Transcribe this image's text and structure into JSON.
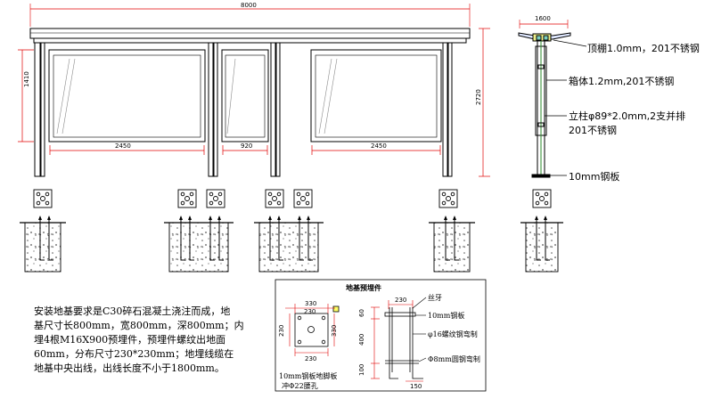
{
  "front": {
    "total_width": "8000",
    "left_height": "1410",
    "right_height": "2720",
    "panel_widths": [
      "2450",
      "920",
      "2450"
    ]
  },
  "side": {
    "width": "1600",
    "callouts": {
      "roof": "顶棚1.0mm，201不锈钢",
      "box": "箱体1.2mm,201不锈钢",
      "column_line1": "立柱φ89*2.0mm,2支并排",
      "column_line2": "201不锈钢",
      "plate": "10mm钢板"
    }
  },
  "foundation_note": [
    "安装地基要求是C30碎石混凝土浇注而成，地",
    "基尺寸长800mm，宽800mm，深800mm；内",
    "埋4根M16X900预埋件，预埋件螺纹出地面",
    "60mm，分布尺寸230*230mm；地埋线缆在",
    "地基中央出线，出线长度不小于1800mm。"
  ],
  "detail": {
    "title": "地基预埋件",
    "plate_dims": {
      "top": "330",
      "mid": "230",
      "left": "230",
      "right": "330",
      "bottom": "230"
    },
    "plate_label_1": "10mm钢板地脚板",
    "plate_label_2": "冲Φ22腰孔",
    "bolt_dims": {
      "top": "230",
      "d60": "60",
      "d400": "400",
      "d100": "100",
      "bottom": "150"
    },
    "bolt_labels": {
      "thread": "丝牙",
      "plate": "10mm钢板",
      "rebar16": "φ16螺纹钢弯制",
      "rebar8": "Φ8mm圆钢弯制"
    }
  },
  "colors": {
    "line": "#000000",
    "dimension": "#e00000",
    "accent": "#d8d800"
  }
}
